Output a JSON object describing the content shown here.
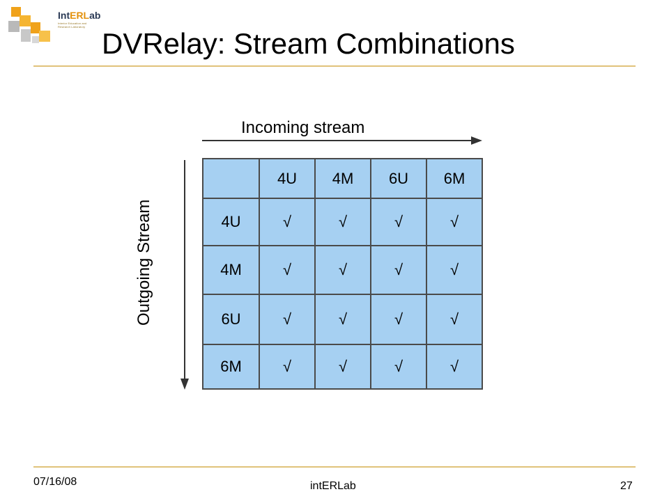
{
  "logo": {
    "name_prefix": "Int",
    "name_highlight": "ERL",
    "name_suffix": "ab",
    "tagline": "Interior Education and Research Laboratory"
  },
  "title": "DVRelay: Stream Combinations",
  "diagram": {
    "incoming_label": "Incoming stream",
    "outgoing_label": "Outgoing Stream",
    "columns": [
      "4U",
      "4M",
      "6U",
      "6M"
    ],
    "rows": [
      {
        "label": "4U",
        "cells": [
          "√",
          "√",
          "√",
          "√"
        ]
      },
      {
        "label": "4M",
        "cells": [
          "√",
          "√",
          "√",
          "√"
        ]
      },
      {
        "label": "6U",
        "cells": [
          "√",
          "√",
          "√",
          "√"
        ]
      },
      {
        "label": "6M",
        "cells": [
          "√",
          "√",
          "√",
          "√"
        ]
      }
    ]
  },
  "footer": {
    "date": "07/16/08",
    "org": "intERLab",
    "page": "27"
  },
  "colors": {
    "cell_fill": "#a6d0f2",
    "accent_rule": "#e0c27a",
    "logo_orange": "#f0a21a"
  }
}
